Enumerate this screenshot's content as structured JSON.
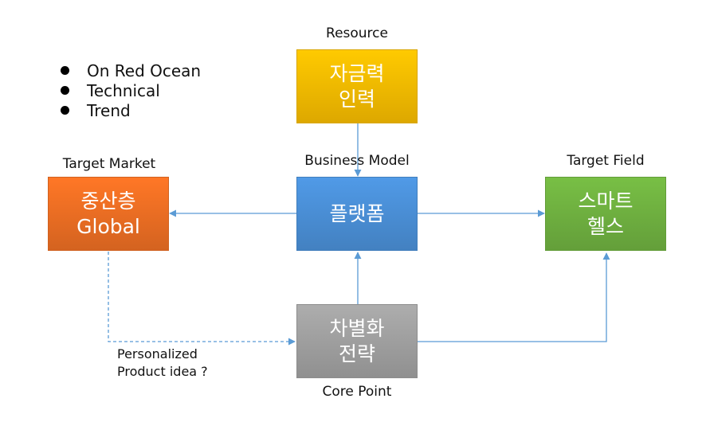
{
  "bullets": [
    "On Red Ocean",
    "Technical",
    "Trend"
  ],
  "labels": {
    "resource": "Resource",
    "business_model": "Business Model",
    "target_market": "Target Market",
    "target_field": "Target Field",
    "core_point": "Core Point"
  },
  "boxes": {
    "resource": {
      "lines": [
        "자금력",
        "인력"
      ],
      "color": "#F5BB00"
    },
    "platform": {
      "lines": [
        "플랫폼"
      ],
      "color": "#4A8FD6"
    },
    "target_market": {
      "lines": [
        "중산층",
        "Global"
      ],
      "color": "#EC6E23"
    },
    "target_field": {
      "lines": [
        "스마트",
        "헬스"
      ],
      "color": "#6FB140"
    },
    "strategy": {
      "lines": [
        "차별화",
        "전략"
      ],
      "color": "#A0A0A0"
    }
  },
  "note": {
    "lines": [
      "Personalized",
      "Product idea ?"
    ]
  },
  "arrow_color": "#5B9BD5"
}
